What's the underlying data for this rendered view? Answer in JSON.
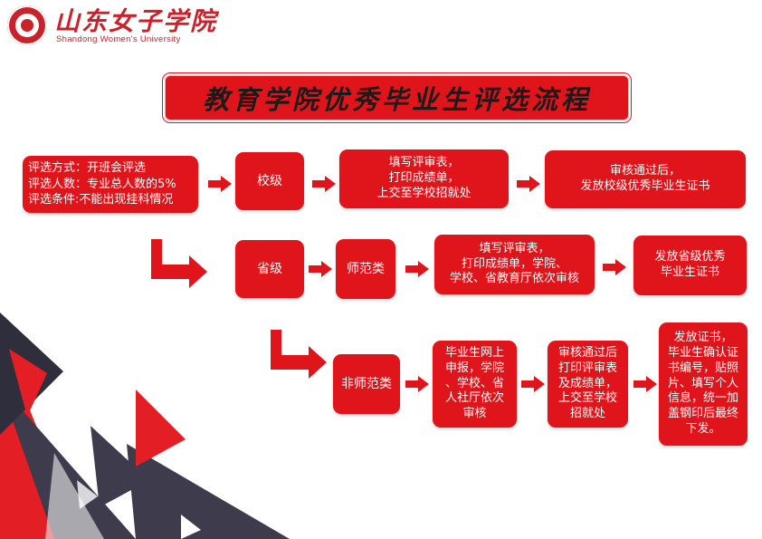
{
  "logo": {
    "cn": "山东女子学院",
    "en": "Shandong Women's University",
    "seal_icon": "university-seal"
  },
  "title": "教育学院优秀毕业生评选流程",
  "colors": {
    "accent": "#e0141b",
    "dark": "#3b3a4a",
    "text_on_accent": "#ffffff"
  },
  "criteria": {
    "line1": "评选方式：开班会评选",
    "line2": "评选人数：专业总人数的5%",
    "line3": "评选条件:不能出现挂科情况"
  },
  "school_level": {
    "label": "校级",
    "step1": {
      "line1": "填写评审表，",
      "line2": "打印成绩单，",
      "line3": "上交至学校招就处"
    },
    "step2": {
      "line1": "审核通过后，",
      "line2": "发放校级优秀毕业生证书"
    }
  },
  "province_level": {
    "label": "省级",
    "normal": {
      "label": "师范类",
      "step1": {
        "line1": "填写评审表，",
        "line2": "打印成绩单，学院、",
        "line3": "学校、省教育厅依次审核"
      },
      "step2": {
        "line1": "发放省级优秀",
        "line2": "毕业生证书"
      }
    },
    "non_normal": {
      "label": "非师范类",
      "step1": {
        "line1": "毕业生网上",
        "line2": "申报，学院",
        "line3": "、学校、省",
        "line4": "人社厅依次",
        "line5": "审核"
      },
      "step2": {
        "line1": "审核通过后",
        "line2": "打印评审表",
        "line3": "及成绩单，",
        "line4": "上交至学校",
        "line5": "招就处"
      },
      "step3": {
        "line1": "发放证书，",
        "line2": "毕业生确认证",
        "line3": "书编号，贴照",
        "line4": "片、填写个人",
        "line5": "信息，统一加",
        "line6": "盖钢印后最终",
        "line7": "下发。"
      }
    }
  }
}
